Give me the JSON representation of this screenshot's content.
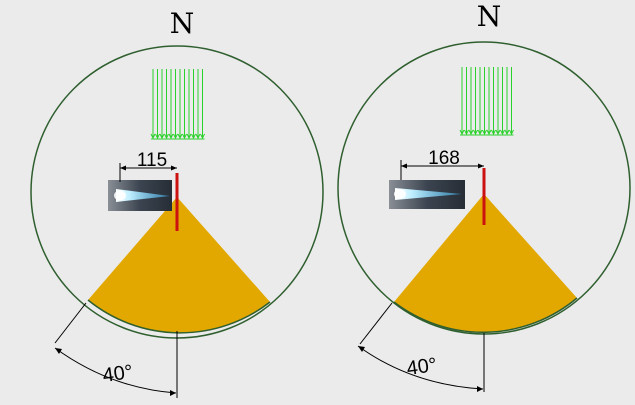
{
  "panels": [
    {
      "id": "left",
      "north_label": "N",
      "distance_label": "115",
      "angle_label": "40°"
    },
    {
      "id": "right",
      "north_label": "N",
      "distance_label": "168",
      "angle_label": "40°"
    }
  ],
  "colors": {
    "background": "#ebebeb",
    "circle_stroke": "#2f5f2f",
    "field_lines": "#2bd12b",
    "sector_fill": "#e3a800",
    "marker": "#cc1111",
    "flame_blue": "#6fd0f0"
  }
}
